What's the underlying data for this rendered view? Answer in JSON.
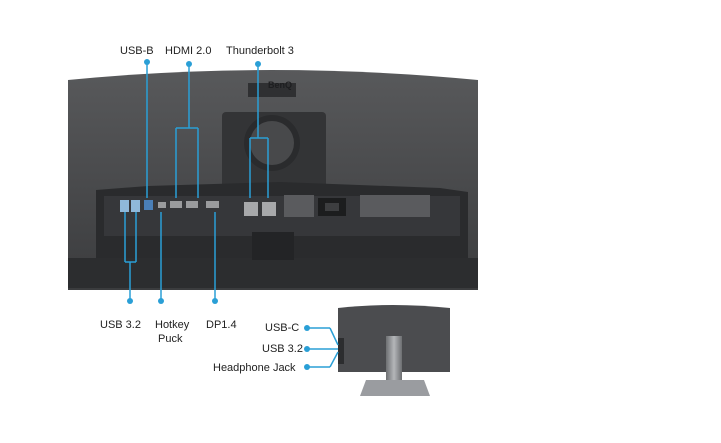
{
  "brand": "BenQ",
  "labels": {
    "usb_b": "USB-B",
    "hdmi": "HDMI 2.0",
    "thunderbolt": "Thunderbolt 3",
    "usb32_bottom": "USB 3.2",
    "hotkey_line1": "Hotkey",
    "hotkey_line2": "Puck",
    "dp": "DP1.4",
    "usb_c": "USB-C",
    "usb32_side": "USB 3.2",
    "headphone": "Headphone Jack"
  },
  "colors": {
    "callout": "#2a9fd6",
    "monitor_body": "#4a4b4d",
    "monitor_panel": "#3a3b3d",
    "stand": "#8c8e91"
  }
}
